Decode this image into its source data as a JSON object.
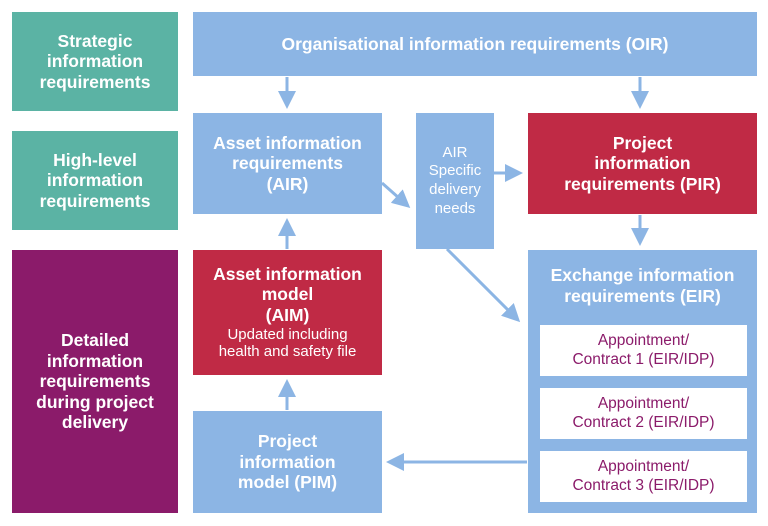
{
  "colors": {
    "teal": "#5bb3a4",
    "purple": "#8b1b6a",
    "blue": "#8cb5e4",
    "red": "#c02a45",
    "arrow": "#8cb5e4"
  },
  "levels": {
    "strategic": [
      "Strategic",
      "information",
      "requirements"
    ],
    "high_level": [
      "High-level",
      "information",
      "requirements"
    ],
    "detailed": [
      "Detailed",
      "information",
      "requirements",
      "during project",
      "delivery"
    ]
  },
  "oir": "Organisational information requirements (OIR)",
  "air": [
    "Asset information",
    "requirements",
    "(AIR)"
  ],
  "air_specific": [
    "AIR",
    "Specific",
    "delivery",
    "needs"
  ],
  "pir": [
    "Project",
    "information",
    "requirements (PIR)"
  ],
  "aim": {
    "title": [
      "Asset information",
      "model",
      "(AIM)"
    ],
    "subtitle": [
      "Updated including",
      "health and safety file"
    ]
  },
  "eir": {
    "title": [
      "Exchange information",
      "requirements (EIR)"
    ],
    "appointments": [
      [
        "Appointment/",
        "Contract 1 (EIR/IDP)"
      ],
      [
        "Appointment/",
        "Contract 2 (EIR/IDP)"
      ],
      [
        "Appointment/",
        "Contract 3 (EIR/IDP)"
      ]
    ]
  },
  "pim": [
    "Project",
    "information",
    "model (PIM)"
  ]
}
